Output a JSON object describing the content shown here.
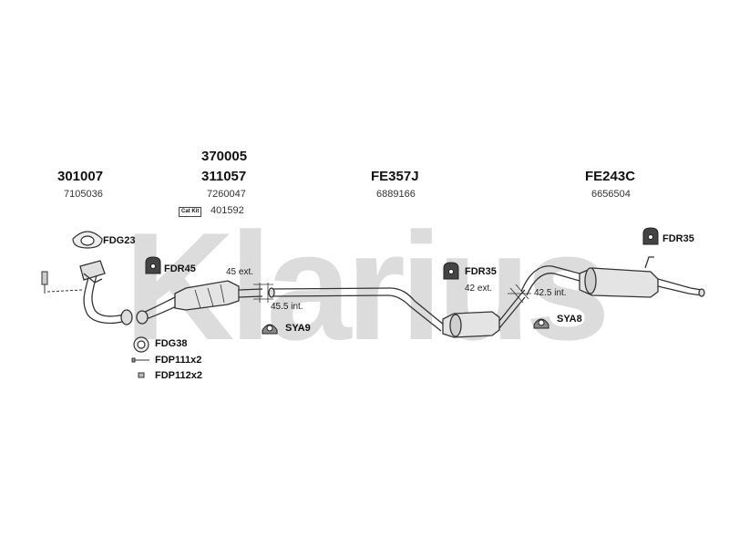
{
  "watermark": {
    "text": "Klarius",
    "color": "#d8d8d8"
  },
  "parts": {
    "front_pipe": {
      "code": "301007",
      "number": "7105036"
    },
    "catalyst_alt": {
      "code": "370005"
    },
    "catalyst": {
      "code": "311057",
      "number": "7260047",
      "kit_tag": "Cat Kit",
      "kit_number": "401592"
    },
    "centre_section": {
      "code": "FE357J",
      "number": "6889166"
    },
    "rear_section": {
      "code": "FE243C",
      "number": "6656504"
    }
  },
  "accessories": {
    "fdg23": "FDG23",
    "fdr45": "FDR45",
    "sya9": "SYA9",
    "fdr35_mid": "FDR35",
    "sya8": "SYA8",
    "fdr35_rear": "FDR35",
    "fdg38": "FDG38",
    "fdp111": "FDP111x2",
    "fdp112": "FDP112x2"
  },
  "dimensions": {
    "front_ext": "45 ext.",
    "front_int": "45.5 int.",
    "rear_ext": "42 ext.",
    "rear_int": "42.5 int."
  },
  "colors": {
    "line": "#333333",
    "part_fill": "#e6e6e6",
    "dark_fill": "#555555"
  }
}
